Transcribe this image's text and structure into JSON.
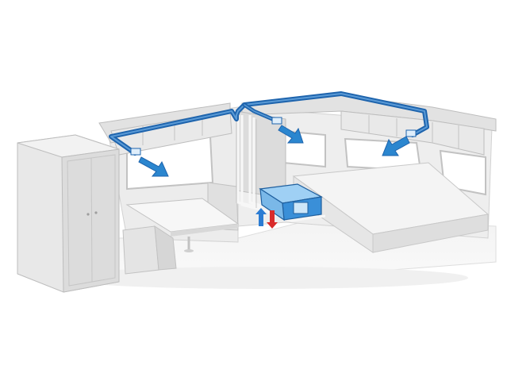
{
  "diagram": {
    "kind": "caravan air-conditioning distribution illustration",
    "text_labels": [],
    "components": [
      "wardrobe",
      "dinette-table",
      "bench-seat",
      "overhead-lockers",
      "windows",
      "bed",
      "air-conditioning-unit",
      "duct-system",
      "air-outlets",
      "airflow-arrows",
      "intake-exhaust-arrows"
    ],
    "colors": {
      "background": "#ffffff",
      "furniture": "#e4e4e4",
      "furniture_shadow": "#cfcfcf",
      "outline": "#bdbdbd",
      "duct": "#1e64ad",
      "duct_light": "#5a9ad6",
      "airflow": "#2b86cf",
      "unit": "#3a8fd8",
      "intake": "#d92b2b",
      "exhaust": "#2b7cd3"
    }
  }
}
